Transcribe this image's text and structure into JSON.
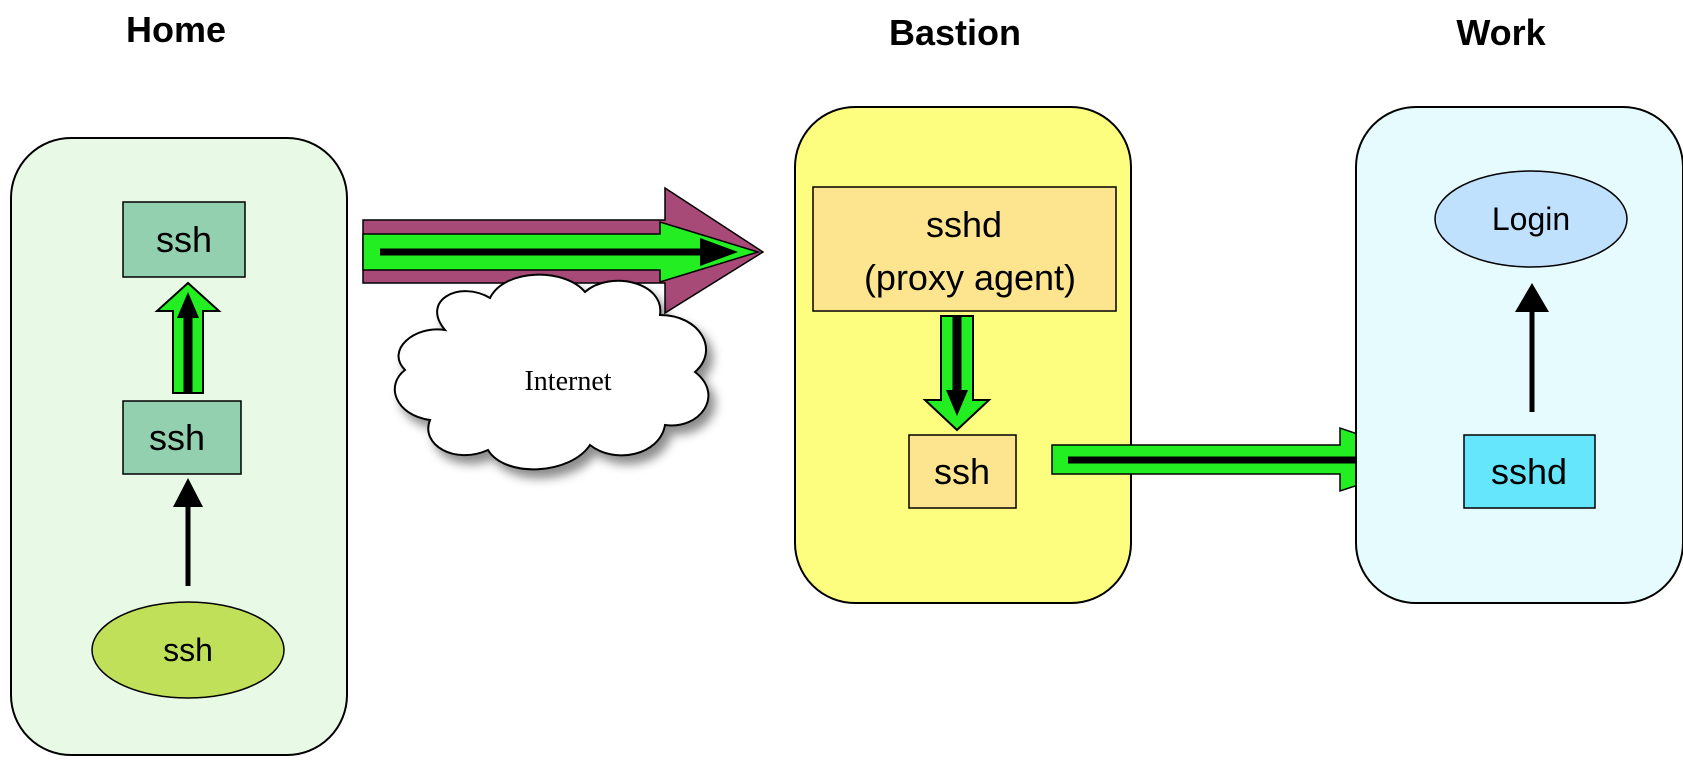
{
  "headings": {
    "home": "Home",
    "bastion": "Bastion",
    "work": "Work"
  },
  "home": {
    "top_box": "ssh",
    "middle_box": "ssh",
    "client_oval": "ssh"
  },
  "internet": {
    "label": "Internet"
  },
  "bastion": {
    "sshd_line1": "sshd",
    "sshd_line2": "(proxy agent)",
    "ssh_box": "ssh"
  },
  "work": {
    "login_oval": "Login",
    "sshd_box": "sshd"
  },
  "colors": {
    "home_panel": "#e8f9e6",
    "home_box": "#92d0b0",
    "home_oval": "#c0e05a",
    "bastion_panel": "#fdfd80",
    "bastion_box": "#fde590",
    "work_panel": "#e6fbfd",
    "login_oval": "#bfe1fd",
    "work_sshd_box": "#66e6fd",
    "tunnel_green": "#22ee22",
    "tunnel_outer": "#a84a78"
  }
}
